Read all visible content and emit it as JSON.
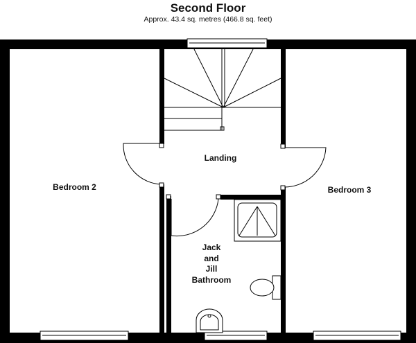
{
  "header": {
    "title": "Second Floor",
    "subtitle": "Approx.  43.4 sq. metres (466.8 sq. feet)"
  },
  "rooms": {
    "bedroom2": "Bedroom 2",
    "bedroom3": "Bedroom 3",
    "landing": "Landing",
    "bathroom": [
      "Jack",
      "and",
      "Jill",
      "Bathroom"
    ]
  },
  "colors": {
    "wall": "#000000",
    "background": "#ffffff"
  }
}
